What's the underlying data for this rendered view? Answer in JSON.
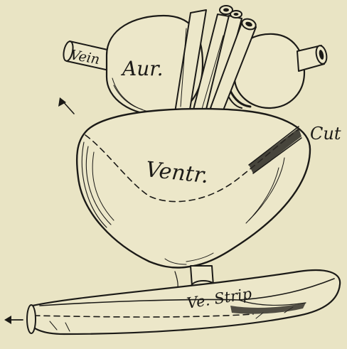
{
  "labels": {
    "vein": "Vein",
    "aur": "Aur.",
    "cut": "Cut",
    "ventr": "Ventr.",
    "ve_strip": "Ve. Strip"
  }
}
